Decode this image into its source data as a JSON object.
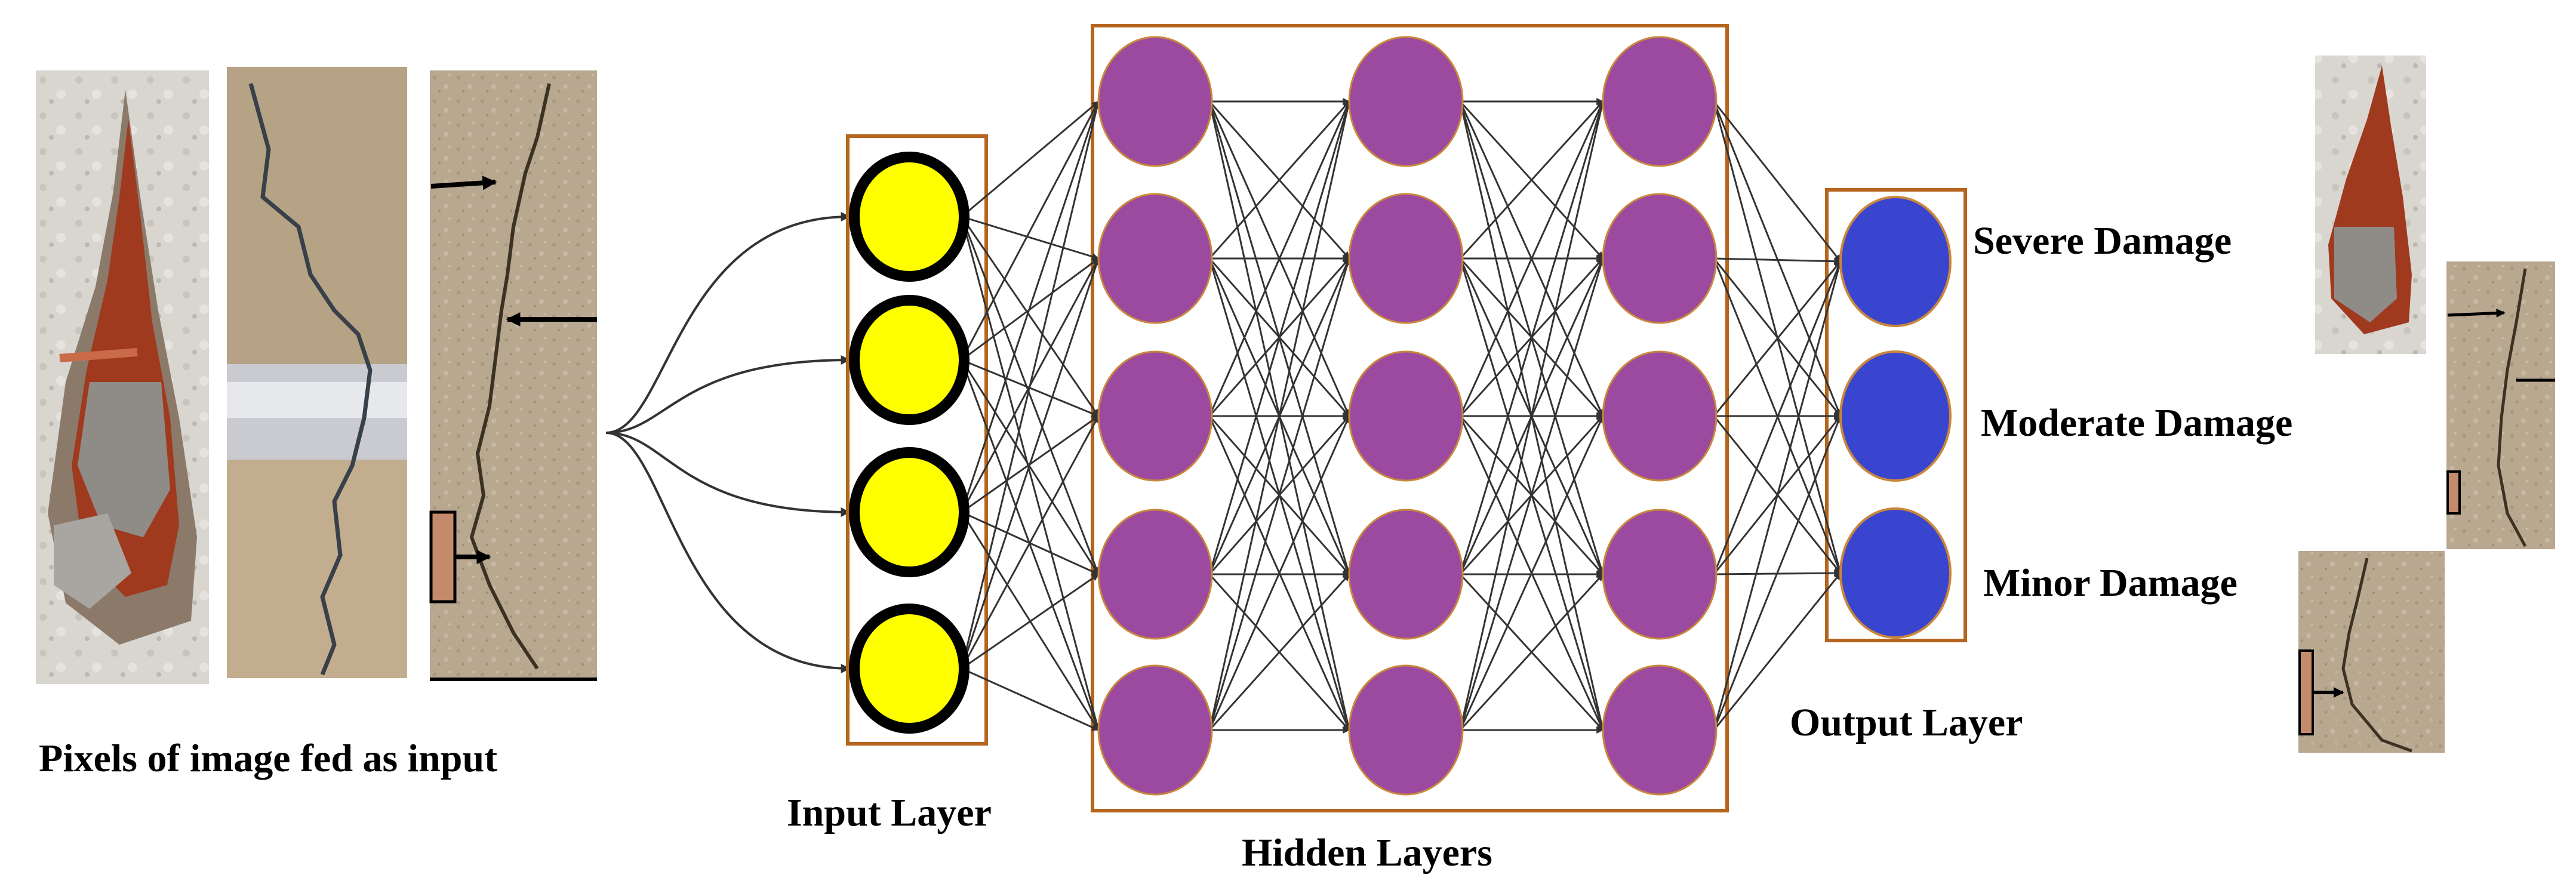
{
  "labels": {
    "input_caption": "Pixels of image fed as input",
    "input_layer": "Input Layer",
    "hidden_layers": "Hidden Layers",
    "output_layer": "Output Layer"
  },
  "network": {
    "input_nodes": 4,
    "hidden_layers": [
      5,
      5,
      5
    ],
    "output_nodes": [
      "Severe Damage",
      "Moderate Damage",
      "Minor Damage"
    ]
  },
  "colors": {
    "box_border": "#b5651d",
    "input_node_fill": "#ffff00",
    "input_node_stroke": "#000000",
    "hidden_node_fill": "#9b4aa0",
    "hidden_node_stroke": "#c9873a",
    "output_node_fill": "#3a45cf",
    "output_node_stroke": "#c9873a",
    "connection": "#333333"
  },
  "images": {
    "input_photos": [
      "severe-crack-photo",
      "moderate-crack-photo",
      "minor-crack-photo"
    ],
    "output_thumbnails": [
      "severe-damage-thumbnail",
      "moderate-damage-thumbnail",
      "minor-damage-thumbnail"
    ]
  }
}
